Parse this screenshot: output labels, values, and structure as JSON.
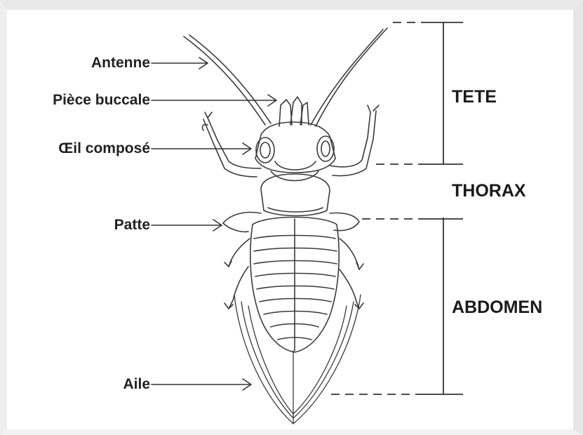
{
  "diagram": {
    "part_labels": {
      "antenne": "Antenne",
      "piece_buccale": "Pièce buccale",
      "oeil_compose": "Œil composé",
      "patte": "Patte",
      "aile": "Aile"
    },
    "region_labels": {
      "tete": "TETE",
      "thorax": "THORAX",
      "abdomen": "ABDOMEN"
    },
    "colors": {
      "ink": "#333333",
      "text": "#222222",
      "background": "#ffffff"
    }
  }
}
